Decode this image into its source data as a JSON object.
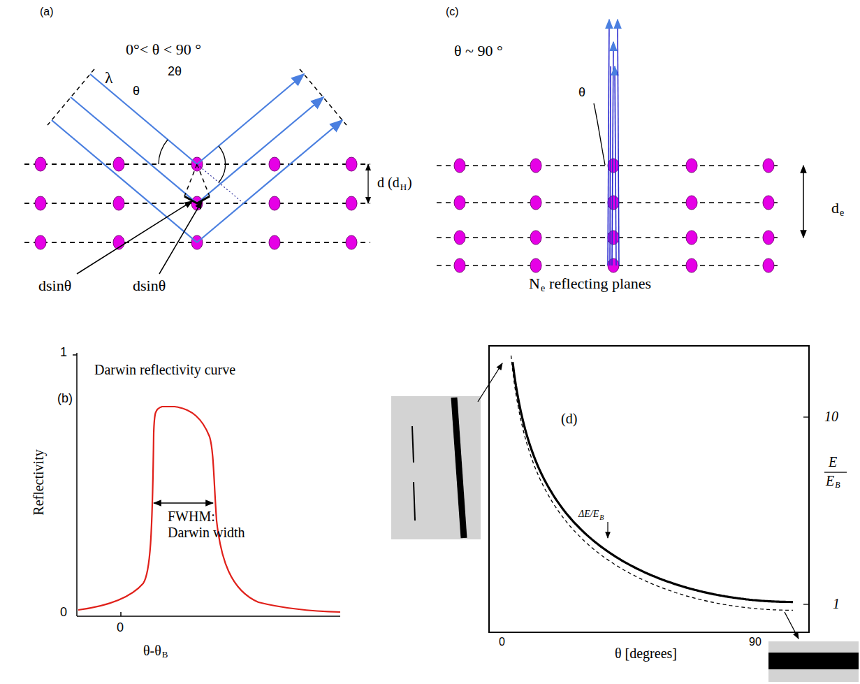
{
  "diagram": {
    "labels": [
      "(a)",
      "0°< θ < 90 °",
      "λ",
      "θ",
      "2θ",
      "d (d",
      "H",
      ")",
      "dsinθ",
      "dsinθ",
      "(b)",
      "Darwin reflectivity curve",
      "1",
      "0",
      "Reflectivity",
      "FWHM: Darwin width",
      "0",
      "θ-θ",
      "B",
      "(c)",
      "θ ~ 90 °",
      "θ",
      "d",
      "e",
      "N",
      "e",
      "reflecting planes",
      "(d)",
      "10",
      "E",
      "E",
      "B",
      "ΔE/E",
      "B",
      "1",
      "0",
      "θ [degrees]",
      "90"
    ]
  }
}
